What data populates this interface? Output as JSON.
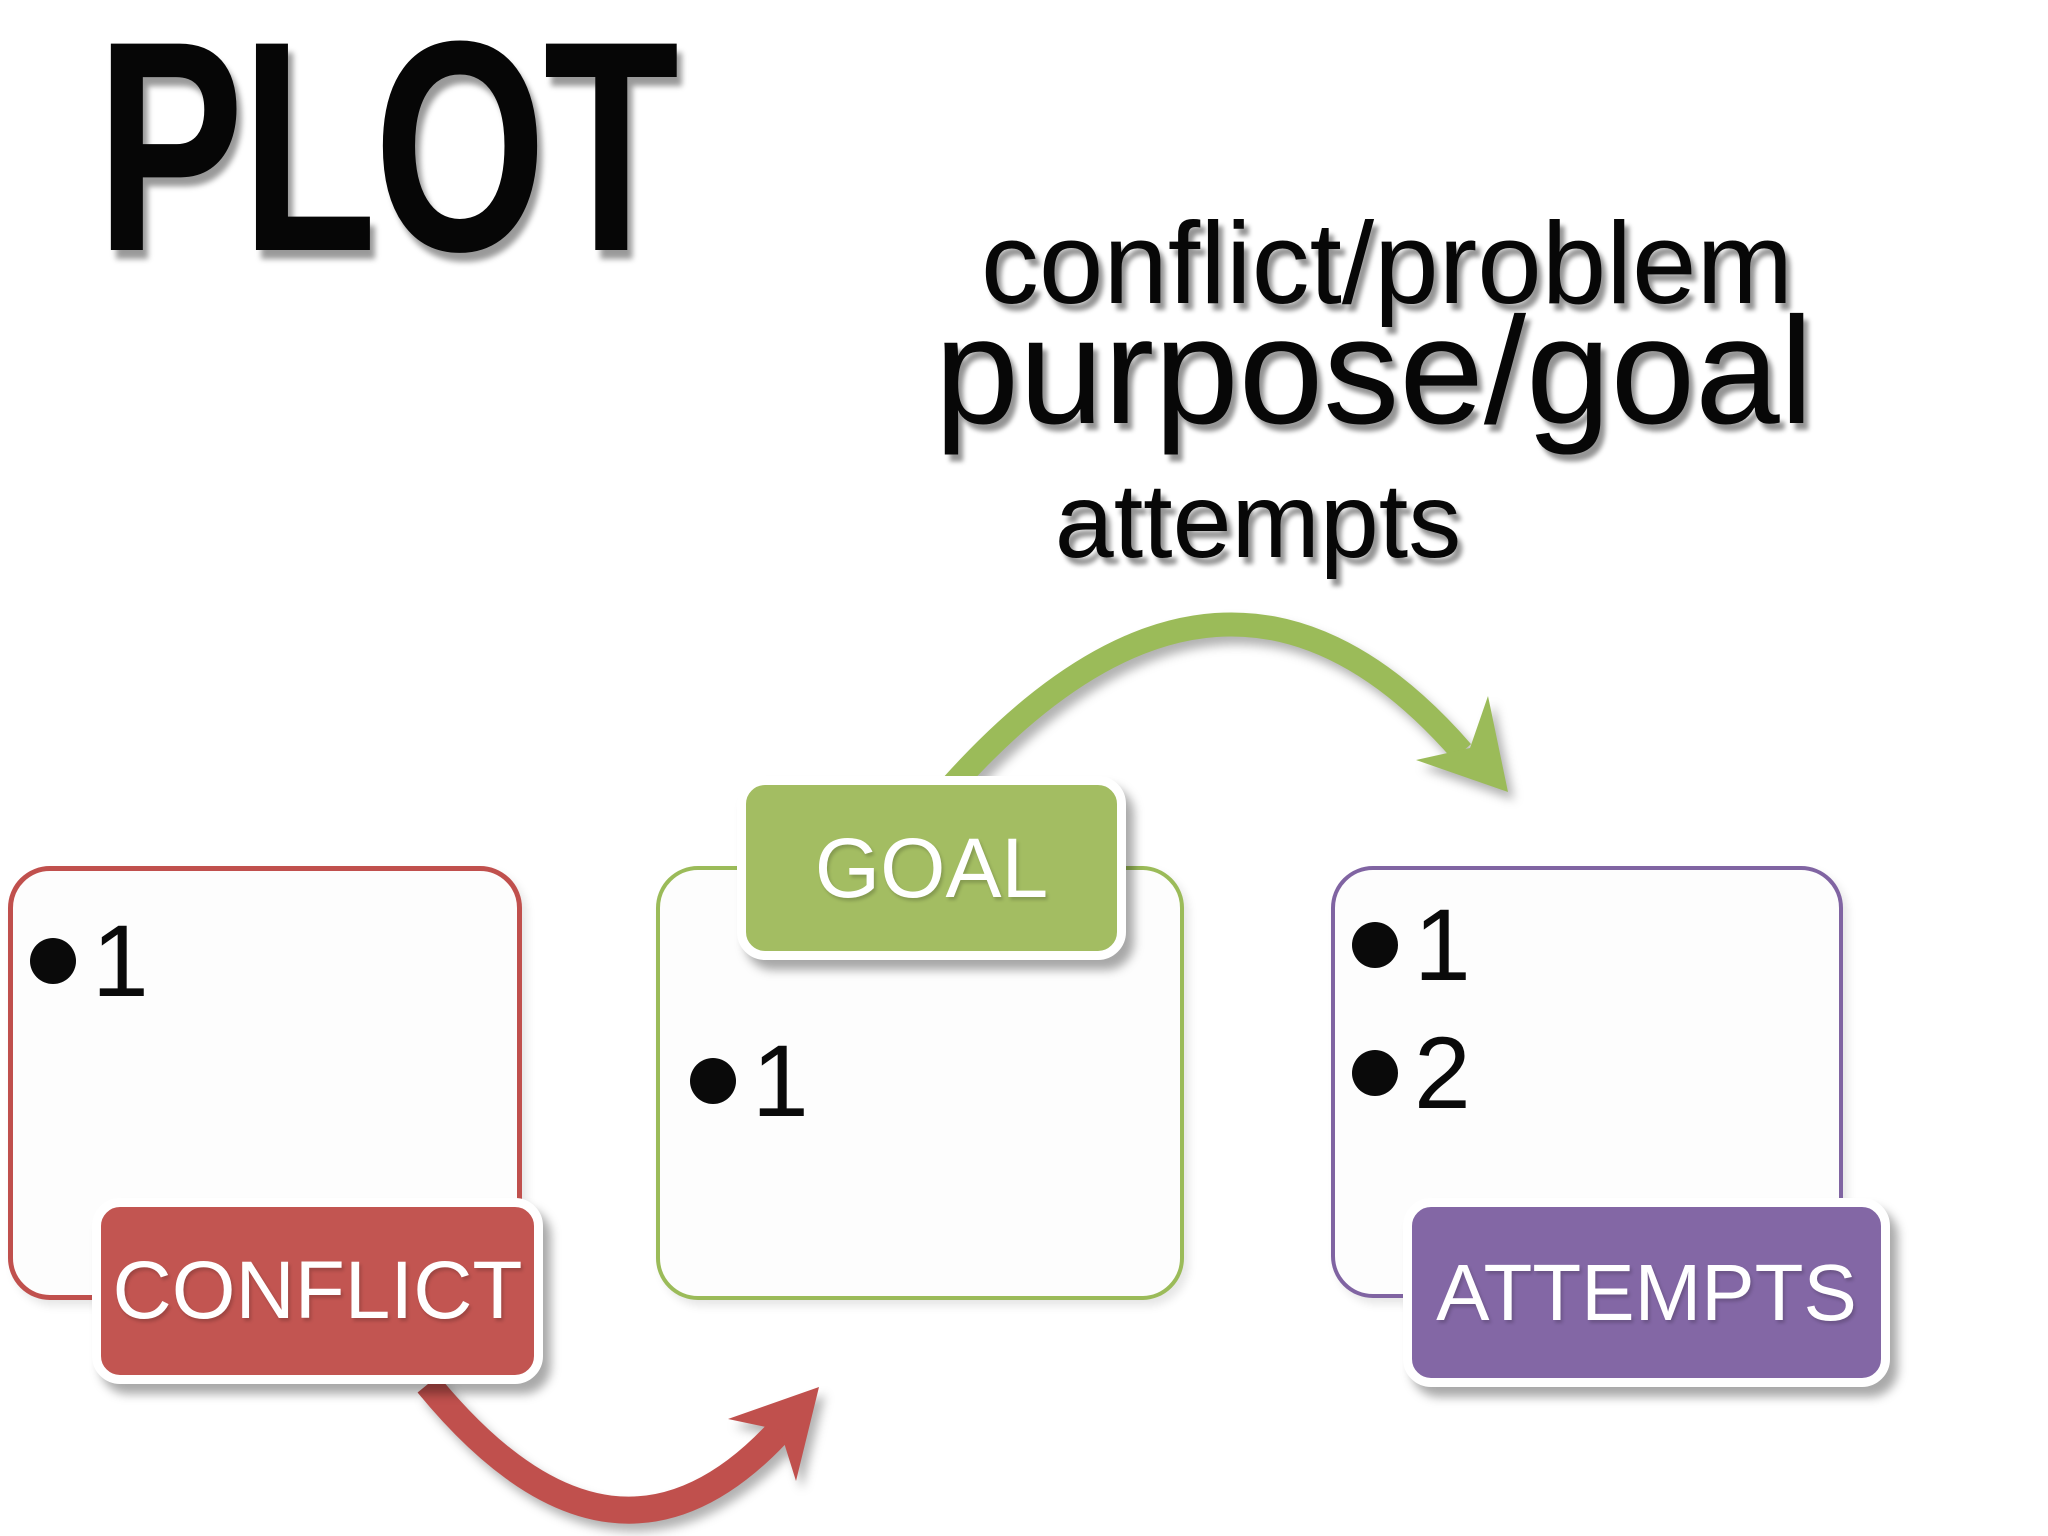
{
  "slide": {
    "title": "PLOT",
    "annotations": [
      {
        "text": "conflict/problem"
      },
      {
        "text": "purpose/goal"
      },
      {
        "text": "attempts"
      }
    ],
    "boxes": [
      {
        "id": "conflict",
        "label": "CONFLICT",
        "bullets": [
          "1"
        ],
        "border_color": "#c0504d",
        "label_fill": "#c25551",
        "label_position": "bottom-overlap"
      },
      {
        "id": "goal",
        "label": "GOAL",
        "bullets": [
          "1"
        ],
        "border_color": "#9bbb59",
        "label_fill": "#a3bd62",
        "label_position": "top-overlap"
      },
      {
        "id": "attempts",
        "label": "ATTEMPTS",
        "bullets": [
          "1",
          "2"
        ],
        "border_color": "#8064a2",
        "label_fill": "#8367a5",
        "label_position": "bottom-overlap"
      }
    ],
    "arrows": [
      {
        "id": "conflict-to-goal",
        "color": "#c0504d",
        "description": "curved arrow from CONFLICT label sweeping down then up toward GOAL box"
      },
      {
        "id": "goal-to-attempts",
        "color": "#9bbb59",
        "description": "curved arrow from GOAL label arcing over toward ATTEMPTS box"
      }
    ],
    "colors": {
      "background": "#ffffff",
      "text": "#060606",
      "red": "#c0504d",
      "green": "#9bbb59",
      "purple": "#8064a2",
      "box_fill": "#fdfdfd",
      "label_text": "#ffffff"
    }
  }
}
